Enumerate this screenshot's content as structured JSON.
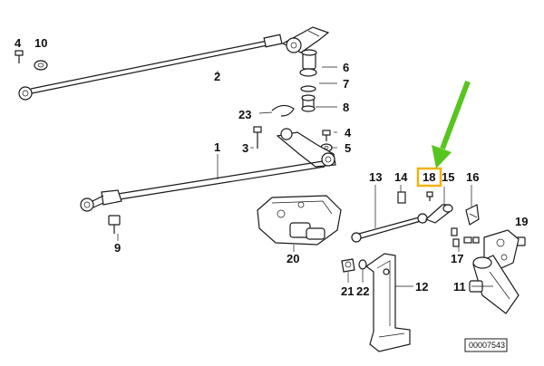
{
  "diagram": {
    "callouts": {
      "c1": "1",
      "c2": "2",
      "c3": "3",
      "c4a": "4",
      "c4b": "4",
      "c5": "5",
      "c6": "6",
      "c7": "7",
      "c8": "8",
      "c9": "9",
      "c10": "10",
      "c11": "11",
      "c12": "12",
      "c13": "13",
      "c14": "14",
      "c15": "15",
      "c16": "16",
      "c17": "17",
      "c18": "18",
      "c19": "19",
      "c20": "20",
      "c21": "21",
      "c22": "22",
      "c23": "23"
    },
    "highlighted_callout": "18",
    "reference_number": "00007543",
    "colors": {
      "highlight_box": "#f2b30a",
      "arrow": "#57c51f",
      "line_art": "#1a1a1a"
    }
  }
}
